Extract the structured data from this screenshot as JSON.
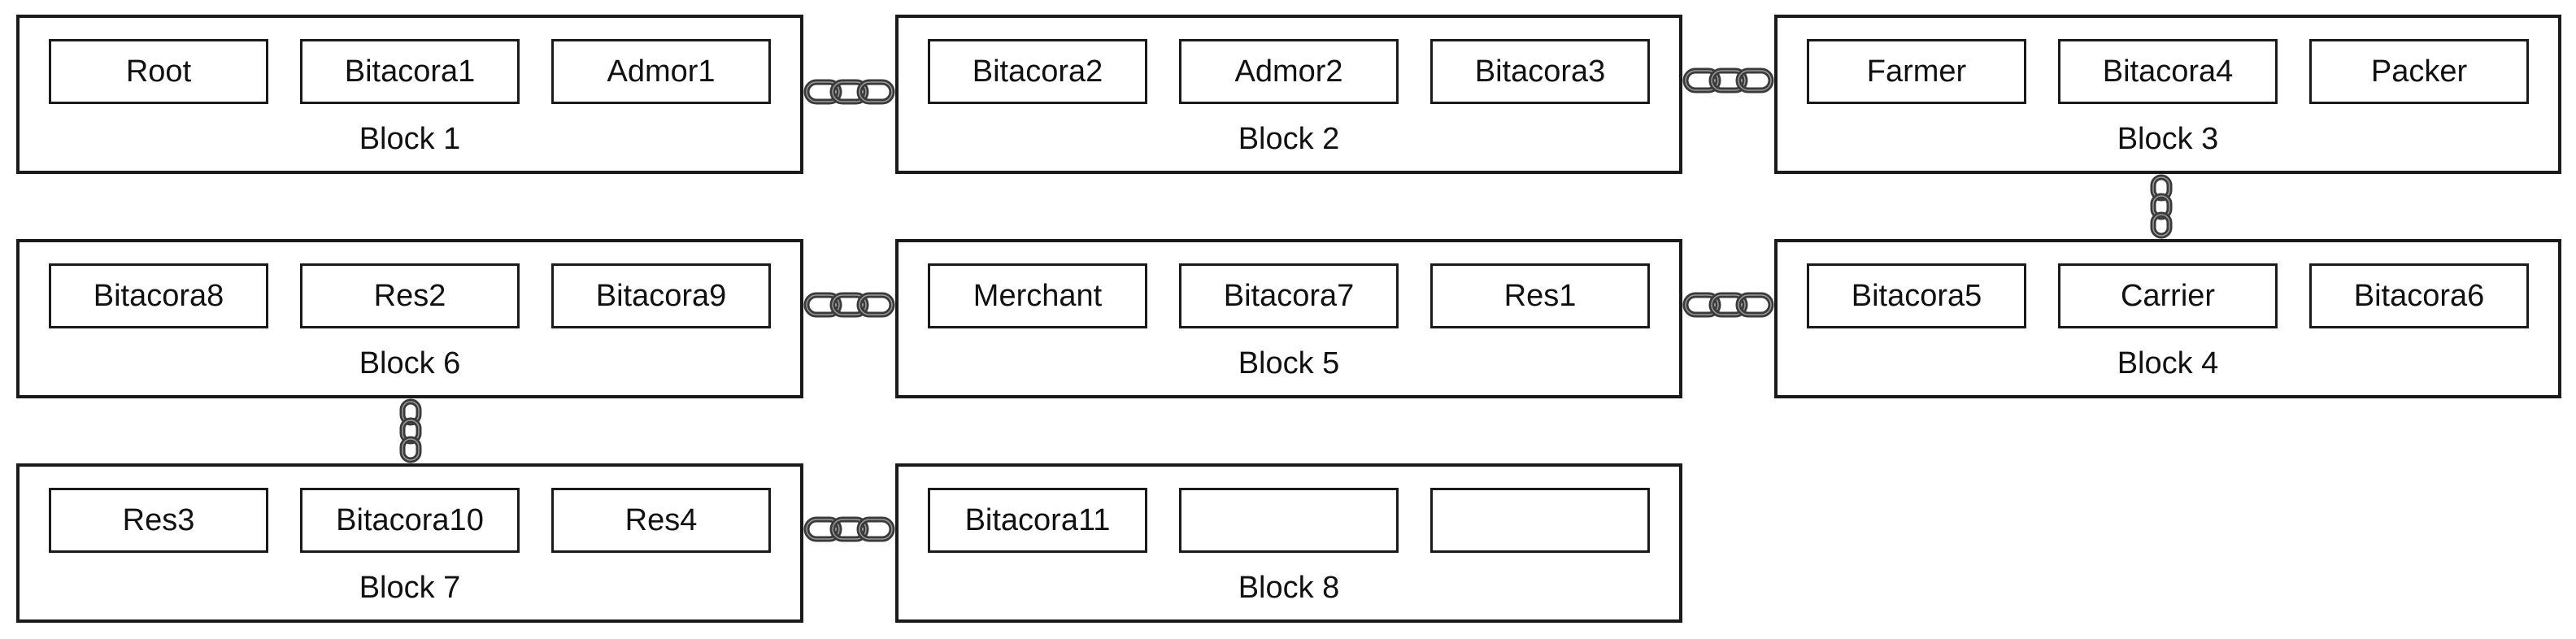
{
  "blocks": [
    {
      "id": "block-1",
      "label": "Block 1",
      "cells": [
        "Root",
        "Bitacora1",
        "Admor1"
      ]
    },
    {
      "id": "block-2",
      "label": "Block 2",
      "cells": [
        "Bitacora2",
        "Admor2",
        "Bitacora3"
      ]
    },
    {
      "id": "block-3",
      "label": "Block 3",
      "cells": [
        "Farmer",
        "Bitacora4",
        "Packer"
      ]
    },
    {
      "id": "block-4",
      "label": "Block 4",
      "cells": [
        "Bitacora5",
        "Carrier",
        "Bitacora6"
      ]
    },
    {
      "id": "block-5",
      "label": "Block 5",
      "cells": [
        "Merchant",
        "Bitacora7",
        "Res1"
      ]
    },
    {
      "id": "block-6",
      "label": "Block 6",
      "cells": [
        "Bitacora8",
        "Res2",
        "Bitacora9"
      ]
    },
    {
      "id": "block-7",
      "label": "Block 7",
      "cells": [
        "Res3",
        "Bitacora10",
        "Res4"
      ]
    },
    {
      "id": "block-8",
      "label": "Block 8",
      "cells": [
        "Bitacora11",
        "",
        ""
      ]
    }
  ],
  "links": [
    {
      "from": "Block 1",
      "to": "Block 2",
      "orientation": "horizontal"
    },
    {
      "from": "Block 2",
      "to": "Block 3",
      "orientation": "horizontal"
    },
    {
      "from": "Block 3",
      "to": "Block 4",
      "orientation": "vertical"
    },
    {
      "from": "Block 4",
      "to": "Block 5",
      "orientation": "horizontal"
    },
    {
      "from": "Block 5",
      "to": "Block 6",
      "orientation": "horizontal"
    },
    {
      "from": "Block 6",
      "to": "Block 7",
      "orientation": "vertical"
    },
    {
      "from": "Block 7",
      "to": "Block 8",
      "orientation": "horizontal"
    }
  ],
  "colors": {
    "border": "#1a1a1a",
    "text": "#111111",
    "chain": "#3a3a3a",
    "chain_highlight": "#9a9a9a"
  },
  "connector_icon": "chain-link-icon"
}
